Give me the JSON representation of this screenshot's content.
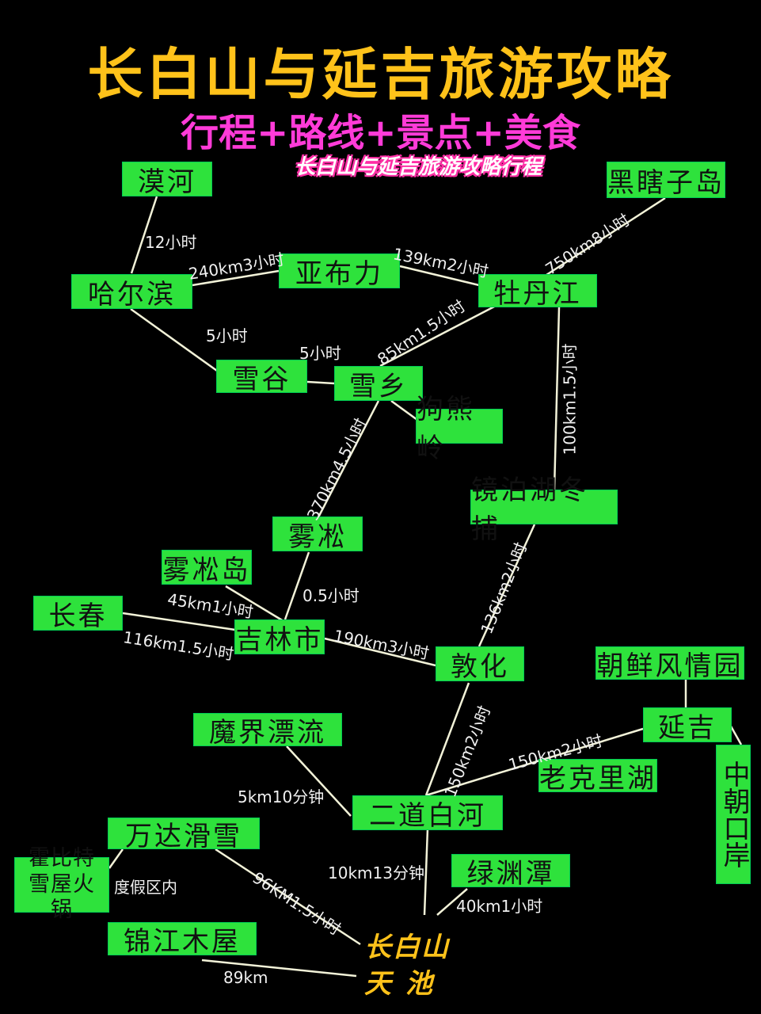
{
  "title": "长白山与延吉旅游攻略",
  "subtitle": "行程+路线+景点+美食",
  "tag": "长白山与延吉旅游攻略行程",
  "colors": {
    "title": "#ffc21a",
    "subtitle": "#ff3bd8",
    "node_fill": "#2ee23c",
    "line": "#f2f2d8",
    "background": "#000000"
  },
  "nodes": {
    "mohe": "漠河",
    "harbin": "哈尔滨",
    "yabuli": "亚布力",
    "mudanjiang": "牡丹江",
    "heixiazi": "黑瞎子岛",
    "xuegu": "雪谷",
    "xuexiang": "雪乡",
    "gouxiongling": "狗熊岭",
    "jingpohu": "镜泊湖冬捕",
    "wusong": "雾凇",
    "wusongdao": "雾凇岛",
    "changchun": "长春",
    "jilin": "吉林市",
    "dunhua": "敦化",
    "chaoxian": "朝鲜风情园",
    "yanji": "延吉",
    "zhongchao": "中朝口岸",
    "mojie": "魔界漂流",
    "laokeli": "老克里湖",
    "erdaobaihe": "二道白河",
    "wanda": "万达滑雪",
    "huobite": "霍比特雪屋火锅",
    "lvyuantan": "绿渊潭",
    "jinjiang": "锦江木屋",
    "tianchi_line1": "长白山",
    "tianchi_line2": "天池"
  },
  "edges": {
    "mohe_harbin": "12小时",
    "harbin_yabuli": "240km3小时",
    "yabuli_mudanjiang": "139km2小时",
    "mudanjiang_heixiazi": "750km8小时",
    "harbin_xuegu": "5小时",
    "xuegu_xuexiang": "5小时",
    "xuexiang_mudanjiang": "85km1.5小时",
    "mudanjiang_jingpohu": "100km1.5小时",
    "xuexiang_wusong": "370km4.5小时",
    "wusong_jilin": "0.5小时",
    "wusongdao_jilin": "45km1小时",
    "changchun_jilin": "116km1.5小时",
    "jilin_dunhua": "190km3小时",
    "jingpohu_dunhua": "136km2小时",
    "dunhua_erdaobaihe": "150km2小时",
    "yanji_erdaobaihe": "150km2小时",
    "mojie_erdaobaihe": "5km10分钟",
    "erdaobaihe_tianchi": "10km13分钟",
    "wanda_tianchi": "96KM1.5小时",
    "lvyuantan_tianchi": "40km1小时",
    "jinjiang_tianchi": "89km",
    "wanda_huobite": "度假区内"
  }
}
